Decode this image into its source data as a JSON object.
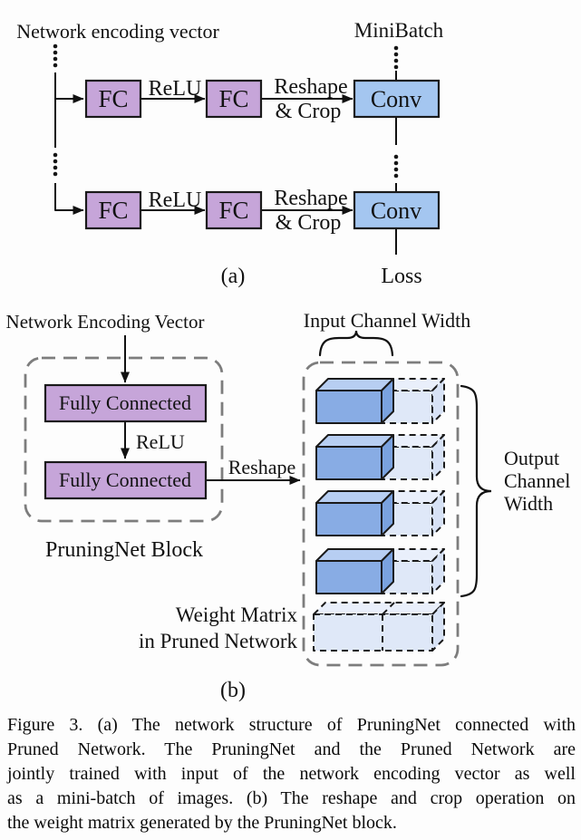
{
  "panel_a": {
    "encoding_label": "Network encoding vector",
    "minibatch_label": "MiniBatch",
    "fc_label": "FC",
    "relu_label": "ReLU",
    "reshape_label": "Reshape",
    "crop_label": "& Crop",
    "conv_label": "Conv",
    "loss_label": "Loss",
    "panel_tag": "(a)"
  },
  "panel_b": {
    "encoding_label": "Network Encoding Vector",
    "fully_connected_label": "Fully Connected",
    "relu_label": "ReLU",
    "reshape_label": "Reshape",
    "block_label": "PruningNet Block",
    "input_width_label": "Input Channel Width",
    "output_width_lines": [
      "Output",
      "Channel",
      "Width"
    ],
    "weight_matrix_lines": [
      "Weight Matrix",
      "in Pruned Network"
    ],
    "panel_tag": "(b)"
  },
  "caption": {
    "lines": [
      "Figure 3. (a) The network structure of PruningNet connected with",
      "Pruned Network.  The PruningNet and the Pruned Network are",
      "jointly trained with input of the network encoding vector as well",
      "as a mini-batch of images. (b) The reshape and crop operation on",
      "the weight matrix generated by the PruningNet block."
    ]
  },
  "colors": {
    "fc_fill": "#c6a5d9",
    "conv_fill": "#a4c6f0",
    "cuboid_front": "#88ace4",
    "cuboid_top": "#b7cef2",
    "cuboid_side": "#7aa2df",
    "ghost_front": "#dfe8f8",
    "ghost_top": "#e9effb",
    "ghost_side": "#d7e2f5",
    "dash_container": "#7d7d7d",
    "line_color": "#111111"
  }
}
